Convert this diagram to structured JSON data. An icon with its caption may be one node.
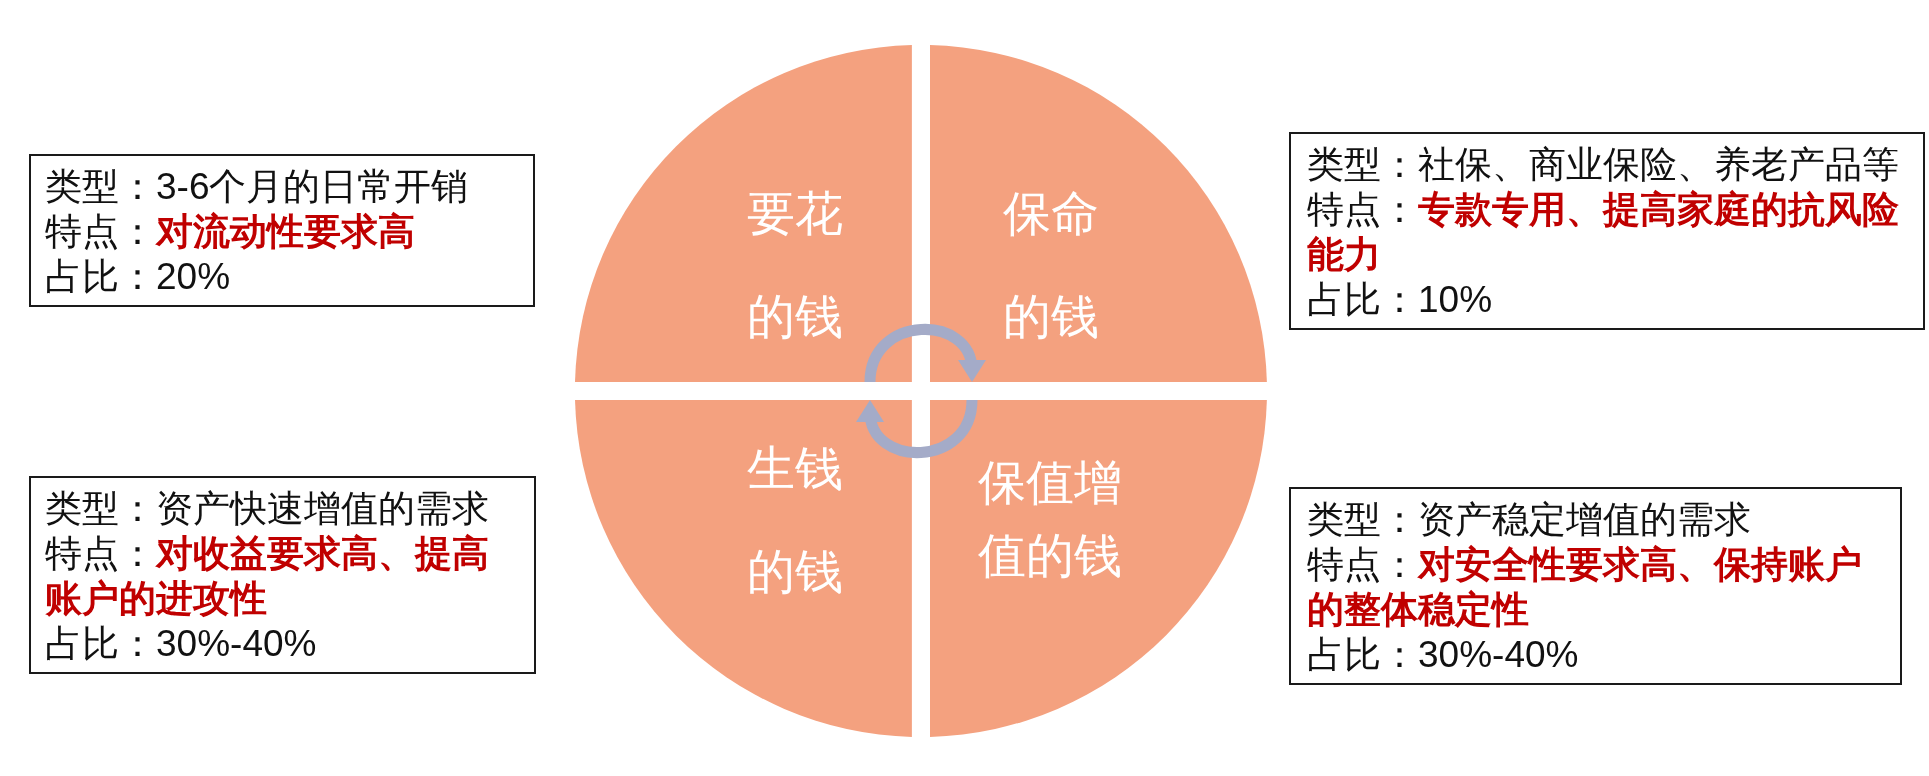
{
  "diagram": {
    "nodes": [
      {
        "text": [
          "类型：3-6个月的日常开销",
          "特点：**对流动性要求高**",
          "占比：20%"
        ]
      },
      {
        "text": [
          "要花的钱"
        ]
      },
      {
        "text": [
          "保命的钱"
        ]
      },
      {
        "text": [
          "类型：社保、商业保险、养老产品等",
          "特点：**专款专用、提高家庭的抗风险能力**",
          "占比：10%"
        ]
      },
      {
        "text": [
          "类型：资产快速增值的需求",
          "特点：**对收益要求高、提高账户的进攻性**",
          "占比：30%-40%"
        ]
      },
      {
        "text": [
          "生钱的钱"
        ]
      },
      {
        "text": [
          "保值增值的钱"
        ]
      },
      {
        "text": [
          "类型：资产稳定增值的需求",
          "特点：**对安全性要求高、保持账户的整体稳定性**",
          "占比：30%-40%"
        ]
      }
    ],
    "edges": [
      {
        "from": 1,
        "to": 2,
        "arrow": "to"
      },
      {
        "from": 6,
        "to": 5,
        "arrow": "to"
      }
    ]
  }
}
